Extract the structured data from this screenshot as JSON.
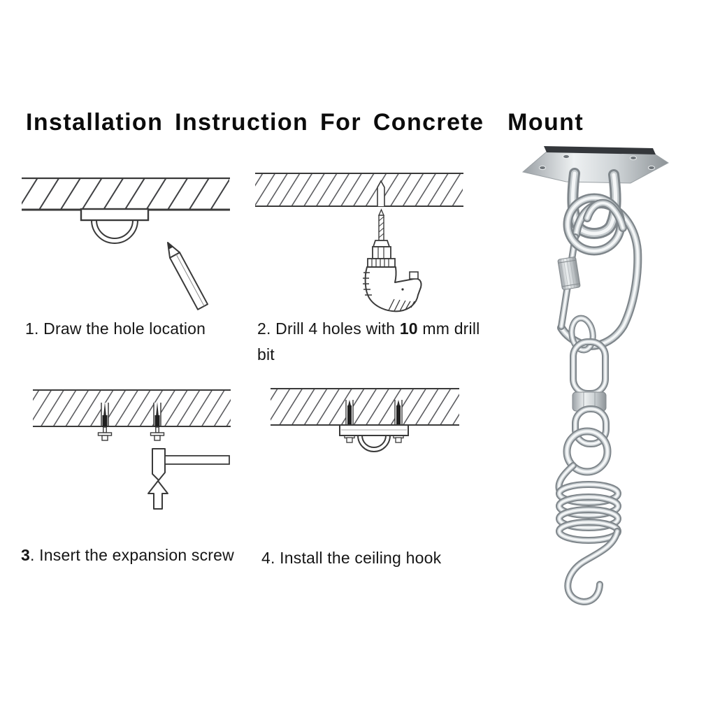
{
  "title": "Installation Instruction For Concrete  Mount",
  "steps": {
    "s1": {
      "label": "1. Draw the hole location"
    },
    "s2": {
      "pre": "2. Drill 4 holes with ",
      "size": "10",
      "post": " mm drill",
      "line2": "bit"
    },
    "s3": {
      "num": "3",
      "rest": ". Insert the expansion screw"
    },
    "s4": {
      "label": "4. Install the ceiling hook"
    }
  },
  "illustrations": {
    "step1": "ceiling-section-with-hook-plate-and-pencil",
    "step2": "ceiling-section-with-drilled-hole-and-drill",
    "step3": "ceiling-section-with-expansion-screws-hammer-up-arrow",
    "step4": "ceiling-section-with-installed-hook-plate"
  },
  "product_photo": {
    "parts": [
      "ceiling-plate",
      "u-bracket",
      "round-ring",
      "screw-lock-carabiner",
      "oval-link",
      "double-eye-swivel",
      "spring-hook"
    ]
  },
  "colors": {
    "background": "#ffffff",
    "ink": "#141414",
    "line_art": "#3a3a3a",
    "metal_light": "#f4f6f7",
    "metal_mid": "#c6cccf",
    "metal_dark": "#7f868b"
  }
}
